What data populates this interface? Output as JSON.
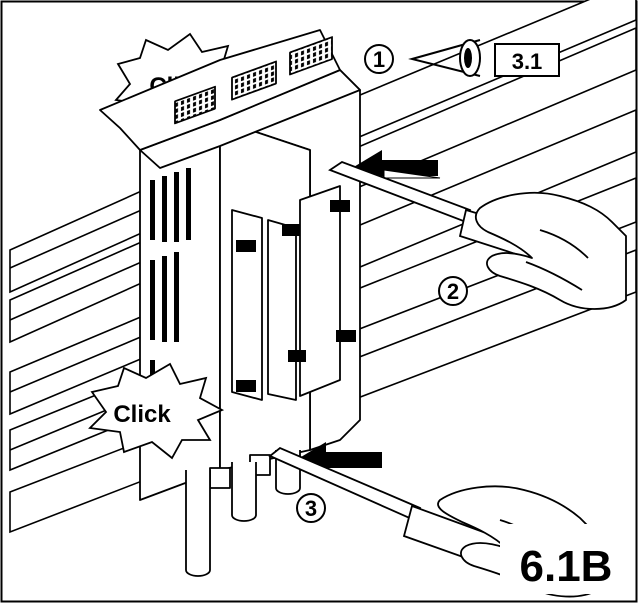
{
  "figure": {
    "id_label": "6.1B",
    "ref_label": "3.1",
    "steps": [
      "1",
      "2",
      "3"
    ],
    "callouts": [
      "Click",
      "Click"
    ]
  },
  "icons": {
    "eye": "eye-icon",
    "arrows": [
      "push-arrow-icon",
      "push-arrow-icon"
    ],
    "hands": [
      "hand-icon",
      "hand-icon"
    ],
    "screwdrivers": [
      "screwdriver-icon",
      "screwdriver-icon"
    ]
  },
  "colors": {
    "line": "#000000",
    "background": "#ffffff"
  }
}
